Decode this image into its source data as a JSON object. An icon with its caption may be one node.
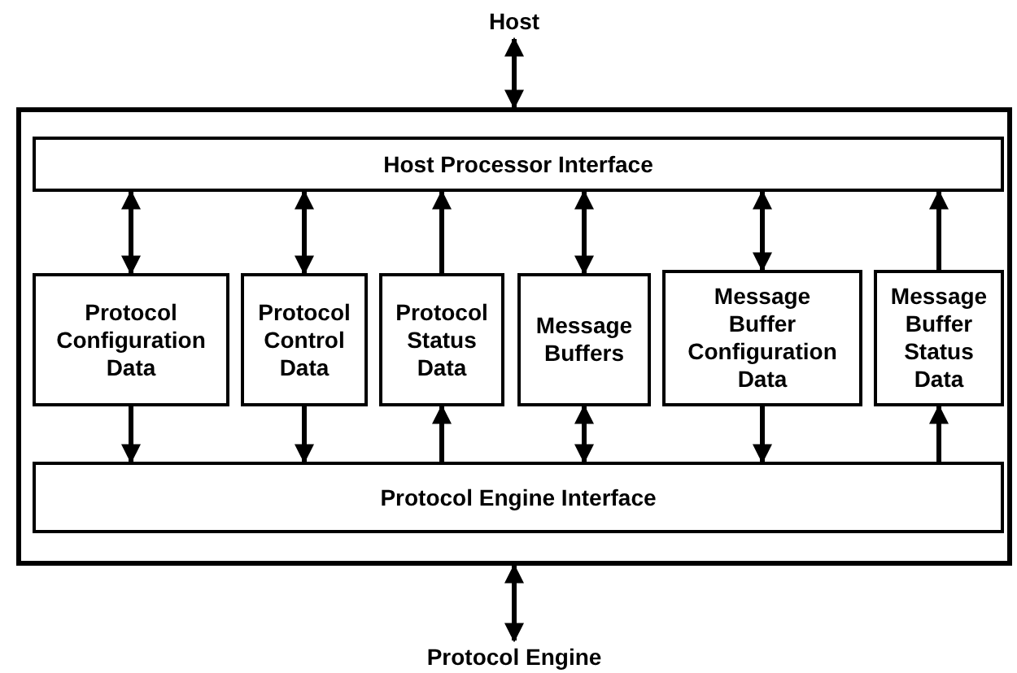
{
  "diagram": {
    "nodes": [
      {
        "text": [
          "Host"
        ]
      },
      {
        "text": [],
        "shape": "box"
      },
      {
        "text": [
          "Host Processor Interface"
        ],
        "in": 1
      },
      {
        "text": [
          "Protocol Configuration Data"
        ],
        "in": 1
      },
      {
        "text": [
          "Protocol Control Data"
        ],
        "in": 1
      },
      {
        "text": [
          "Protocol Status Data"
        ],
        "in": 1
      },
      {
        "text": [
          "Message Buffers"
        ],
        "in": 1
      },
      {
        "text": [
          "Message Buffer Configuration Data"
        ],
        "in": 1
      },
      {
        "text": [
          "Message Buffer Status Data"
        ],
        "in": 1
      },
      {
        "text": [
          "Protocol Engine Interface"
        ],
        "in": 1
      },
      {
        "text": [
          "Protocol Engine"
        ]
      }
    ],
    "edges": [
      {
        "from": 0,
        "to": 1,
        "arrow": "both"
      },
      {
        "from": 2,
        "to": 3,
        "arrow": "both"
      },
      {
        "from": 2,
        "to": 4,
        "arrow": "both"
      },
      {
        "from": 5,
        "to": 2,
        "arrow": "to"
      },
      {
        "from": 2,
        "to": 6,
        "arrow": "both"
      },
      {
        "from": 2,
        "to": 7,
        "arrow": "both"
      },
      {
        "from": 8,
        "to": 2,
        "arrow": "to"
      },
      {
        "from": 3,
        "to": 9,
        "arrow": "to"
      },
      {
        "from": 4,
        "to": 9,
        "arrow": "to"
      },
      {
        "from": 9,
        "to": 5,
        "arrow": "to"
      },
      {
        "from": 6,
        "to": 9,
        "arrow": "both"
      },
      {
        "from": 7,
        "to": 9,
        "arrow": "to"
      },
      {
        "from": 9,
        "to": 8,
        "arrow": "to"
      },
      {
        "from": 1,
        "to": 10,
        "arrow": "both"
      }
    ]
  }
}
